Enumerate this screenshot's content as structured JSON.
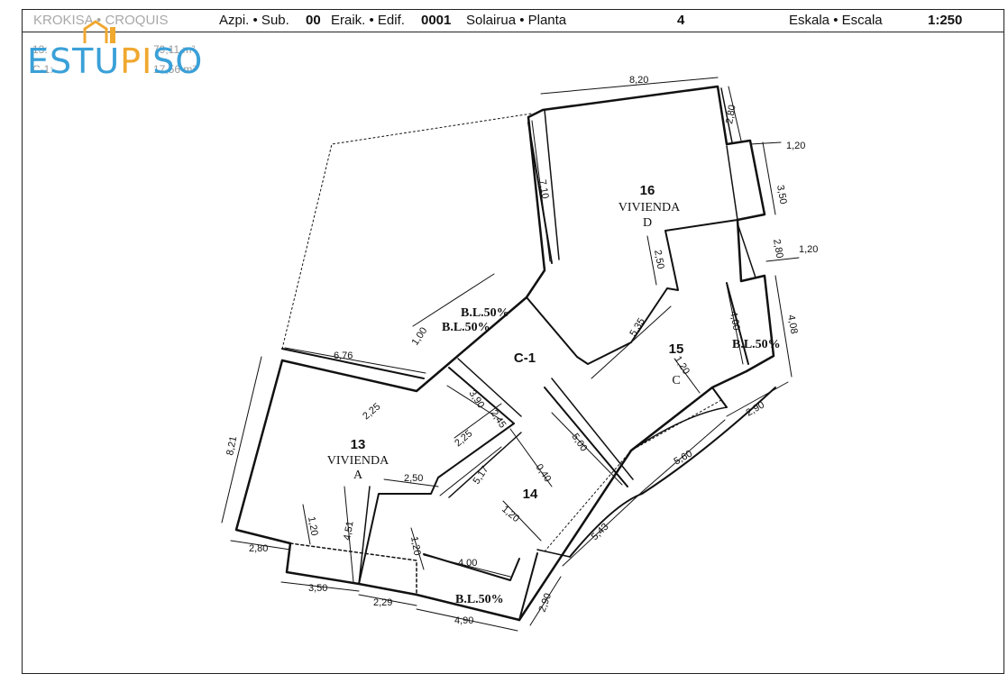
{
  "header": {
    "type_label": "KROKISA • CROQUIS",
    "sub_label": "Azpi. • Sub.",
    "sub_value": "00",
    "building_label": "Eraik. • Edif.",
    "building_value": "0001",
    "floor_label": "Solairua • Planta",
    "floor_value": "4",
    "scale_label": "Eskala • Escala",
    "scale_value": "1:250"
  },
  "summary": [
    {
      "label": "13:",
      "value": "79,11 m²"
    },
    {
      "label": "C-1:",
      "value": "17,56 m²"
    }
  ],
  "watermark": {
    "text_a": "ESTU",
    "text_b": "PI",
    "text_c": "SO"
  },
  "units": [
    {
      "number": "13",
      "use": "VIVIENDA",
      "letter": "A"
    },
    {
      "number": "14"
    },
    {
      "number": "15",
      "letter": "C"
    },
    {
      "number": "16",
      "use": "VIVIENDA",
      "letter": "D"
    },
    {
      "number": "C-1"
    }
  ],
  "balcony_labels": [
    "B.L.50%",
    "B.L.50%",
    "B.L.50%",
    "B.L.50%"
  ],
  "dimensions": [
    "8,20",
    "2,80",
    "1,20",
    "3,50",
    "7,10",
    "2,80",
    "1,20",
    "2,50",
    "4,08",
    "4,00",
    "5,35",
    "1,20",
    "1,00",
    "6,76",
    "2,25",
    "3,90",
    "2,45",
    "2,25",
    "5,00",
    "2,90",
    "8,21",
    "2,50",
    "5,17",
    "0,40",
    "5,60",
    "1,20",
    "4,51",
    "1,20",
    "1,20",
    "5,43",
    "2,80",
    "4,00",
    "3,50",
    "2,29",
    "4,90",
    "2,90"
  ],
  "colors": {
    "line": "#111111",
    "watermark_blue": "#3aa0d8",
    "watermark_orange": "#f0a830"
  }
}
